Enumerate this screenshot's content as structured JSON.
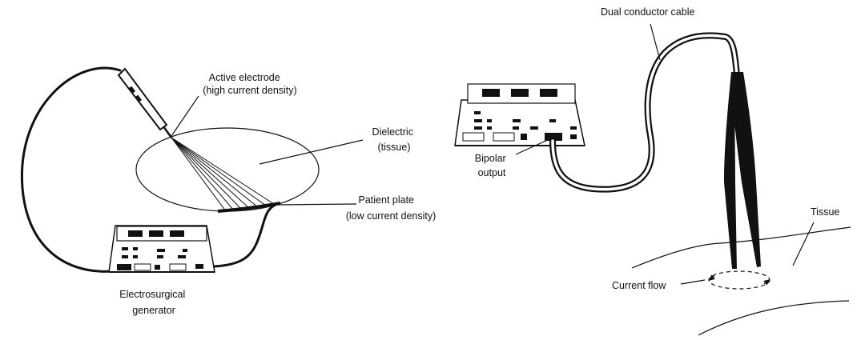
{
  "monopolar": {
    "active_electrode_line1": "Active electrode",
    "active_electrode_line2": "(high current density)",
    "dielectric_line1": "Dielectric",
    "dielectric_line2": "(tissue)",
    "patient_plate_line1": "Patient plate",
    "patient_plate_line2": "(low current density)",
    "generator_line1": "Electrosurgical",
    "generator_line2": "generator"
  },
  "bipolar": {
    "cable_label": "Dual conductor cable",
    "output_line1": "Bipolar",
    "output_line2": "output",
    "tissue_label": "Tissue",
    "current_label": "Current flow"
  }
}
